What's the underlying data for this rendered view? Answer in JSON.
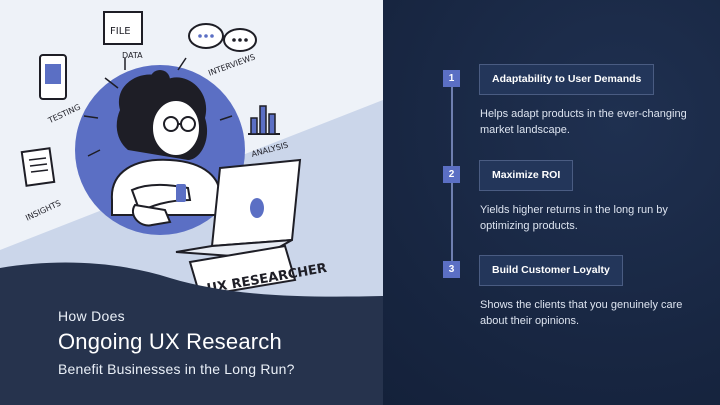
{
  "illustration": {
    "label_data": "DATA",
    "label_file": "FILE",
    "label_interviews": "INTERVIEWS",
    "label_testing": "TESTING",
    "label_analysis": "ANALYSIS",
    "label_insights": "INSIGHTS",
    "label_sign": "UX RESEARCHER"
  },
  "caption": {
    "line1": "How Does",
    "line2": "Ongoing UX Research",
    "line3": "Benefit Businesses in the Long Run?"
  },
  "steps": [
    {
      "number": "1",
      "title": "Adaptability to User Demands",
      "description": "Helps adapt products in the ever-changing market landscape."
    },
    {
      "number": "2",
      "title": "Maximize ROI",
      "description": "Yields higher returns in the long run by optimizing products."
    },
    {
      "number": "3",
      "title": "Build Customer Loyalty",
      "description": "Shows the clients that you genuinely care about their opinions."
    }
  ],
  "colors": {
    "accent": "#5b6fc4",
    "panel_dark": "#1a2a45",
    "panel_light": "#eef2f8",
    "hill": "#26334d"
  }
}
